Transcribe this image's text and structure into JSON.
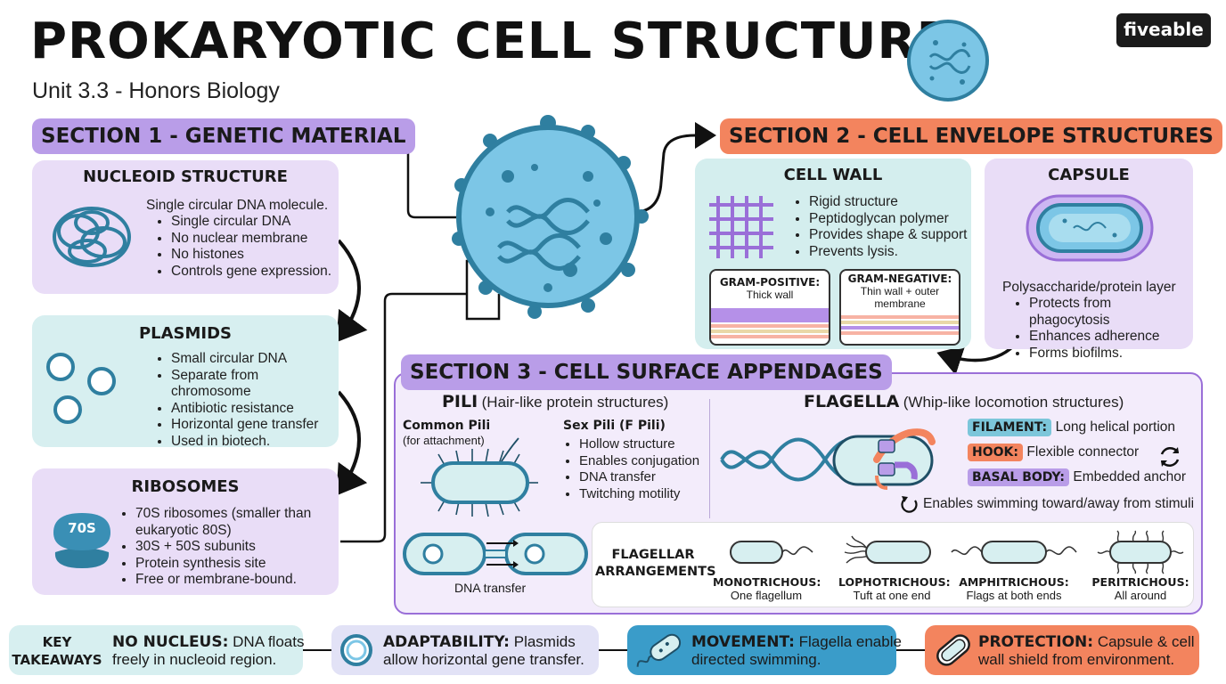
{
  "header": {
    "title": "PROKARYOTIC CELL STRUCTURE",
    "subtitle": "Unit 3.3 - Honors Biology",
    "logo": "fiveable"
  },
  "section1": {
    "title": "SECTION 1 - GENETIC MATERIAL",
    "nucleoid": {
      "heading": "NUCLEOID STRUCTURE",
      "intro": "Single circular DNA molecule.",
      "bullets": [
        "Single circular DNA",
        "No nuclear membrane",
        "No histones",
        "Controls gene expression."
      ]
    },
    "plasmids": {
      "heading": "PLASMIDS",
      "bullets": [
        "Small circular DNA",
        "Separate from chromosome",
        "Antibiotic resistance",
        "Horizontal gene transfer",
        "Used in biotech."
      ]
    },
    "ribosomes": {
      "heading": "RIBOSOMES",
      "icon_label": "70S",
      "bullets": [
        "70S ribosomes (smaller than eukaryotic 80S)",
        "30S + 50S subunits",
        "Protein synthesis site",
        "Free or membrane-bound."
      ]
    }
  },
  "section2": {
    "title": "SECTION 2 - CELL ENVELOPE STRUCTURES",
    "cell_wall": {
      "heading": "CELL WALL",
      "bullets": [
        "Rigid structure",
        "Peptidoglycan polymer",
        "Provides shape & support",
        "Prevents lysis."
      ],
      "gram_positive": {
        "label": "GRAM-POSITIVE:",
        "desc": "Thick wall"
      },
      "gram_negative": {
        "label": "GRAM-NEGATIVE:",
        "desc": "Thin wall + outer membrane"
      }
    },
    "capsule": {
      "heading": "CAPSULE",
      "intro": "Polysaccharide/protein layer",
      "bullets": [
        "Protects from phagocytosis",
        "Enhances adherence",
        "Forms biofilms."
      ]
    }
  },
  "section3": {
    "title": "SECTION 3 - CELL SURFACE APPENDAGES",
    "pili": {
      "heading": "PILI",
      "heading_desc": "(Hair-like protein structures)",
      "common_label": "Common Pili",
      "common_desc": "(for attachment)",
      "sex_label": "Sex Pili (F Pili)",
      "sex_bullets": [
        "Hollow structure",
        "Enables conjugation",
        "DNA transfer",
        "Twitching motility"
      ],
      "dna_transfer": "DNA transfer"
    },
    "flagella": {
      "heading": "FLAGELLA",
      "heading_desc": "(Whip-like locomotion structures)",
      "parts": [
        {
          "label": "FILAMENT:",
          "desc": "Long helical portion",
          "color": "#7cc6da"
        },
        {
          "label": "HOOK:",
          "desc": "Flexible connector",
          "color": "#f3845e"
        },
        {
          "label": "BASAL BODY:",
          "desc": "Embedded anchor",
          "color": "#b99de8"
        }
      ],
      "note": "Enables swimming toward/away from stimuli"
    },
    "arrangements": {
      "title_line1": "FLAGELLAR",
      "title_line2": "ARRANGEMENTS",
      "items": [
        {
          "label": "MONOTRICHOUS:",
          "desc": "One flagellum"
        },
        {
          "label": "LOPHOTRICHOUS:",
          "desc": "Tuft at one end"
        },
        {
          "label": "AMPHITRICHOUS:",
          "desc": "Flags at both ends"
        },
        {
          "label": "PERITRICHOUS:",
          "desc": "All around"
        }
      ]
    }
  },
  "takeaways": {
    "label_line1": "KEY",
    "label_line2": "TAKEAWAYS",
    "items": [
      {
        "bold": "NO NUCLEUS:",
        "text_line1": "DNA floats",
        "text_line2": "freely in nucleoid region."
      },
      {
        "bold": "ADAPTABILITY:",
        "text_line1": "Plasmids",
        "text_line2": "allow horizontal gene transfer."
      },
      {
        "bold": "MOVEMENT:",
        "text_line1": "Flagella enable",
        "text_line2": "directed swimming."
      },
      {
        "bold": "PROTECTION:",
        "text_line1": "Capsule & cell",
        "text_line2": "wall shield from environment."
      }
    ]
  },
  "colors": {
    "purple": "#b99de8",
    "coral": "#f3845e",
    "teal_card": "#d7eff0",
    "lavender_card": "#e9ddf7",
    "cell_blue": "#7cc6e6",
    "cell_border": "#2f7fa0"
  }
}
